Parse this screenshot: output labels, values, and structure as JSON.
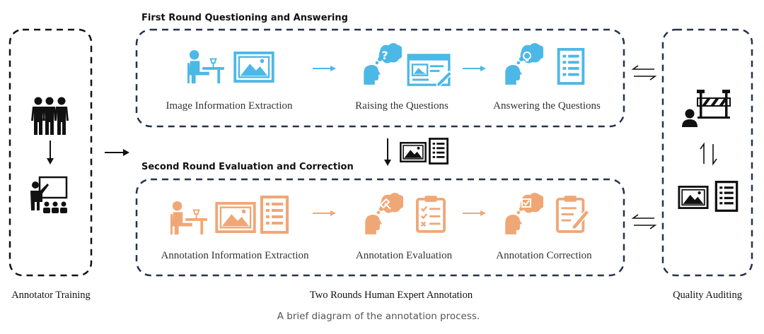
{
  "colors": {
    "blue": "#4cb8e6",
    "orange": "#f0a776",
    "black": "#111111",
    "box_border": "#24324e",
    "caption": "#555555"
  },
  "left_panel": {
    "label": "Annotator Training",
    "icons": [
      "group-people-icon",
      "teacher-presentation-icon"
    ]
  },
  "first_round": {
    "title": "First Round Questioning and Answering",
    "steps": [
      {
        "label": "Image Information Extraction",
        "icons": [
          "person-at-desk-icon",
          "image-icon"
        ]
      },
      {
        "label": "Raising the Questions",
        "icons": [
          "thinking-question-icon",
          "browser-edit-icon"
        ]
      },
      {
        "label": "Answering the Questions",
        "icons": [
          "thinking-idea-icon",
          "document-list-icon"
        ]
      }
    ]
  },
  "second_round": {
    "title": "Second Round Evaluation and Correction",
    "steps": [
      {
        "label": "Annotation Information Extraction",
        "icons": [
          "person-at-desk-icon",
          "image-icon",
          "document-list-icon"
        ]
      },
      {
        "label": "Annotation Evaluation",
        "icons": [
          "thinking-gavel-icon",
          "clipboard-checklist-icon"
        ]
      },
      {
        "label": "Annotation Correction",
        "icons": [
          "thinking-check-icon",
          "clipboard-edit-icon"
        ]
      }
    ]
  },
  "middle_label": "Two Rounds Human Expert Annotation",
  "right_panel": {
    "label": "Quality Auditing",
    "icons": [
      "auditor-barrier-icon",
      "image-icon",
      "document-list-icon"
    ]
  },
  "caption": "A brief diagram of the annotation process."
}
